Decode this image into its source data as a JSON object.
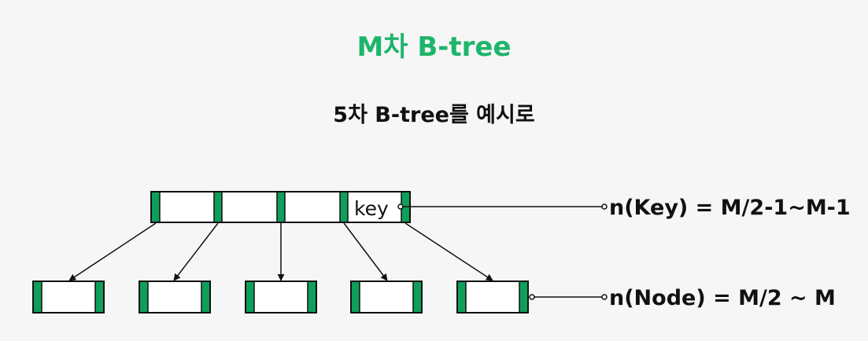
{
  "title": "M차 B-tree",
  "subtitle": "5차 B-tree를 예시로",
  "diagram": {
    "key_label": "key",
    "key_count_formula": "n(Key) = M/2-1~M-1",
    "node_count_formula": "n(Node) = M/2 ~ M",
    "accent_color": "#0e9f5a",
    "line_color": "#111111"
  }
}
